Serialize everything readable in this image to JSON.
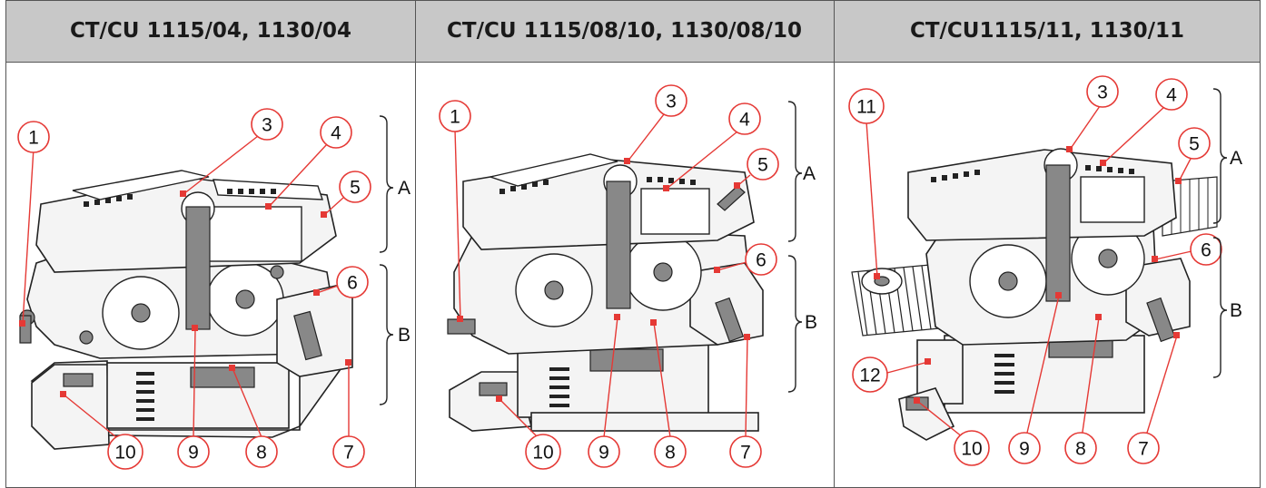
{
  "columns": [
    {
      "title": "CT/CU 1115/04, 1130/04"
    },
    {
      "title": "CT/CU 1115/08/10, 1130/08/10"
    },
    {
      "title": "CT/CU1115/11, 1130/11"
    }
  ],
  "group_labels": {
    "a": "A",
    "b": "B"
  },
  "callouts": {
    "c1": "1",
    "c2": "3",
    "c3": "4",
    "c4": "5",
    "c5": "6",
    "c6": "7",
    "c7": "8",
    "c8": "9",
    "c9": "10",
    "c10": "11",
    "c11": "12"
  },
  "colors": {
    "callout": "#e53935",
    "header_bg": "#c8c8c8",
    "line": "#222222"
  }
}
